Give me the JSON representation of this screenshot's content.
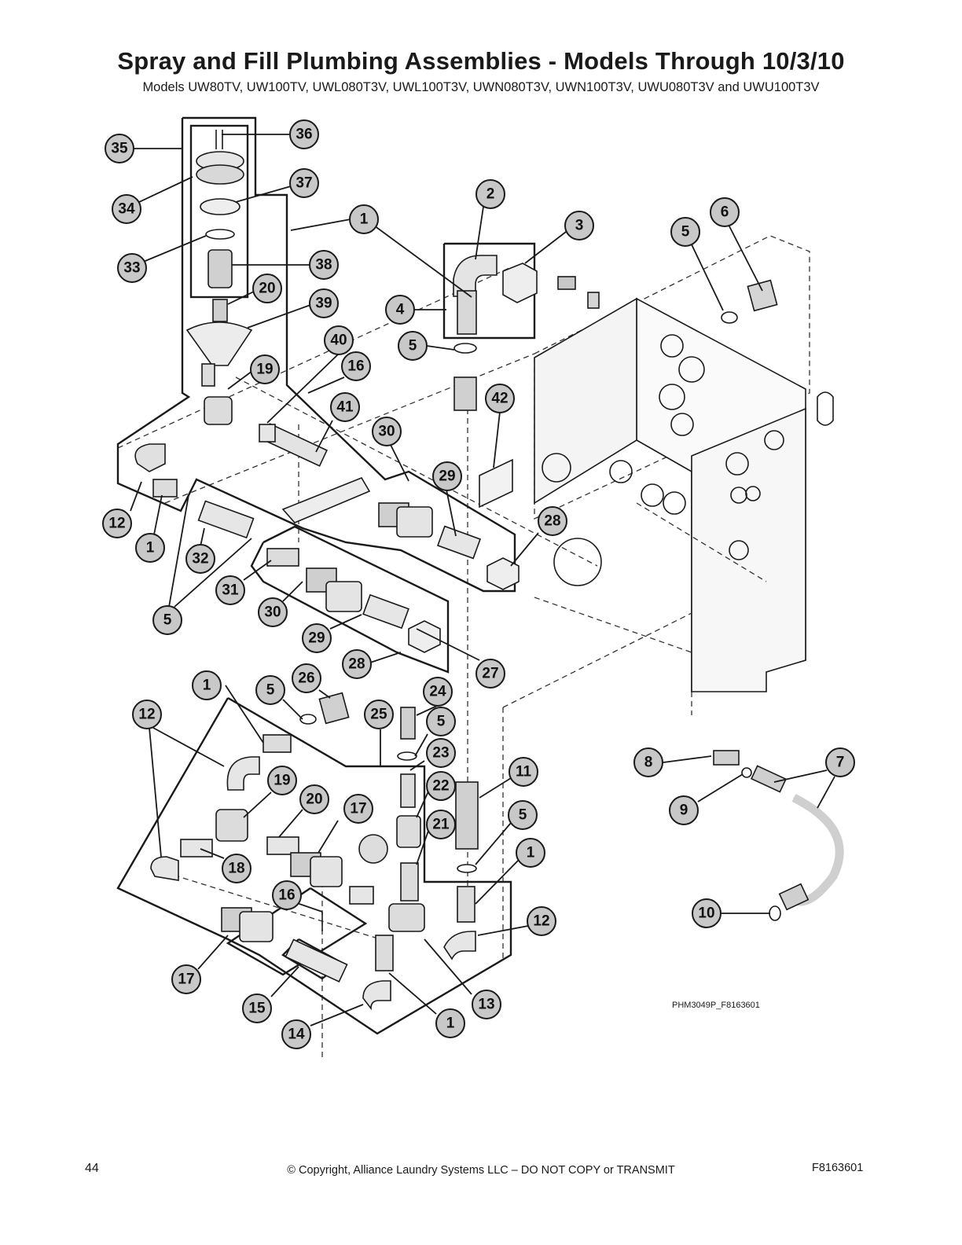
{
  "header": {
    "title": "Spray and Fill Plumbing Assemblies - Models Through 10/3/10",
    "subtitle": "Models UW80TV, UW100TV, UWL080T3V, UWL100T3V, UWN080T3V, UWN100T3V, UWU080T3V and UWU100T3V"
  },
  "diagram": {
    "figure_code": "PHM3049P_F8163601",
    "callouts": [
      "1",
      "2",
      "3",
      "4",
      "5",
      "6",
      "7",
      "8",
      "9",
      "10",
      "11",
      "12",
      "13",
      "14",
      "15",
      "16",
      "17",
      "18",
      "19",
      "20",
      "21",
      "22",
      "23",
      "24",
      "25",
      "26",
      "27",
      "28",
      "29",
      "30",
      "31",
      "32",
      "33",
      "34",
      "35",
      "36",
      "37",
      "38",
      "39",
      "40",
      "41",
      "42"
    ]
  },
  "footer": {
    "page_number": "44",
    "copyright": "© Copyright, Alliance Laundry Systems LLC – DO NOT COPY or TRANSMIT",
    "doc_code": "F8163601"
  }
}
